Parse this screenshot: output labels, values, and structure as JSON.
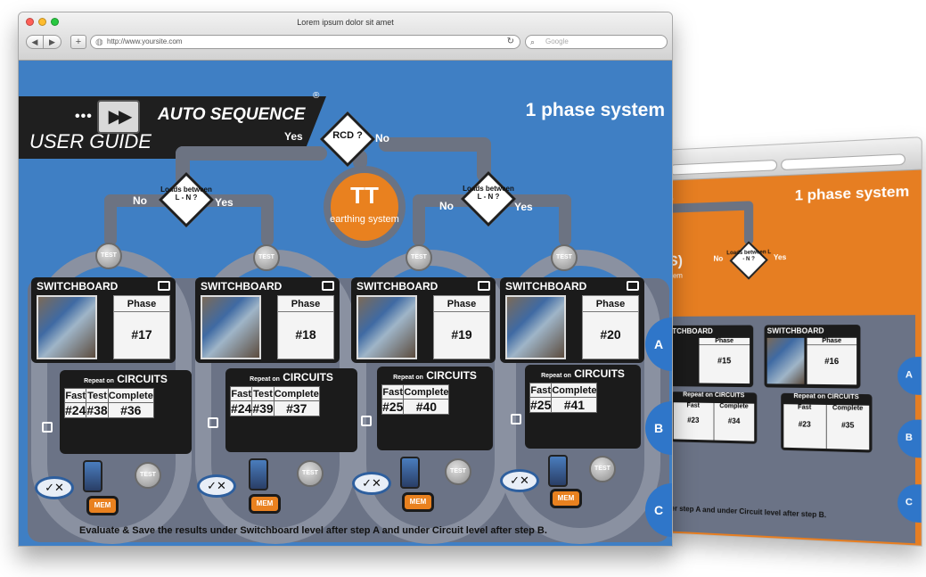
{
  "browser": {
    "window_title": "Lorem ipsum dolor sit amet",
    "url": "http://www.yoursite.com",
    "search_placeholder": "Google"
  },
  "colors": {
    "background": "#3f7fc4",
    "back_background": "#e67e22",
    "accent_orange": "#e9811f",
    "panel_dark": "#1b1b1b",
    "tray": "#6b7386",
    "step_blue": "#2f76c9"
  },
  "header": {
    "auto": "AUTO SEQUENCE",
    "registered": "®",
    "guide": "USER GUIDE",
    "dots": "•••",
    "system_title": "1 phase system"
  },
  "decision": {
    "rcd": "RCD ?",
    "yes": "Yes",
    "no": "No",
    "loads": "Loads between L - N ?",
    "tt_big": "TT",
    "tt_small": "earthing system"
  },
  "test_label": "TEST",
  "switchboard_label": "SWITCHBOARD",
  "phase_label": "Phase",
  "repeat_on": "Repeat on",
  "circuits_label": "CIRCUITS",
  "mem_label": "MEM",
  "check_label": "✓✕",
  "columns": [
    {
      "phase": "#17",
      "circuits": [
        {
          "label": "Fast",
          "value": "#24"
        },
        {
          "label": "Test",
          "value": "#38"
        },
        {
          "label": "Complete",
          "value": "#36"
        }
      ]
    },
    {
      "phase": "#18",
      "circuits": [
        {
          "label": "Fast",
          "value": "#24"
        },
        {
          "label": "Test",
          "value": "#39"
        },
        {
          "label": "Complete",
          "value": "#37"
        }
      ]
    },
    {
      "phase": "#19",
      "circuits": [
        {
          "label": "Fast",
          "value": "#25"
        },
        {
          "label": "Complete",
          "value": "#40"
        }
      ]
    },
    {
      "phase": "#20",
      "circuits": [
        {
          "label": "Fast",
          "value": "#25"
        },
        {
          "label": "Complete",
          "value": "#41"
        }
      ]
    }
  ],
  "steps": [
    "A",
    "B",
    "C"
  ],
  "footer_note": "Evaluate & Save the results under Switchboard level after step A and under Circuit level after step B.",
  "back_window": {
    "system_title": "1 phase system",
    "no": "No",
    "yes": "Yes",
    "loads": "Loads between L - N ?",
    "s_fragment": "(S)",
    "system_fragment": "ystem",
    "switchboard_fragment": "VITCHBOARD",
    "columns": [
      {
        "phase": "#15",
        "fast": "#23",
        "complete": "#34"
      },
      {
        "phase": "#16",
        "fast": "#23",
        "complete": "#35"
      }
    ],
    "footer_fragment": "after step A and under Circuit level after step B.",
    "steps": [
      "A",
      "B",
      "C"
    ]
  }
}
